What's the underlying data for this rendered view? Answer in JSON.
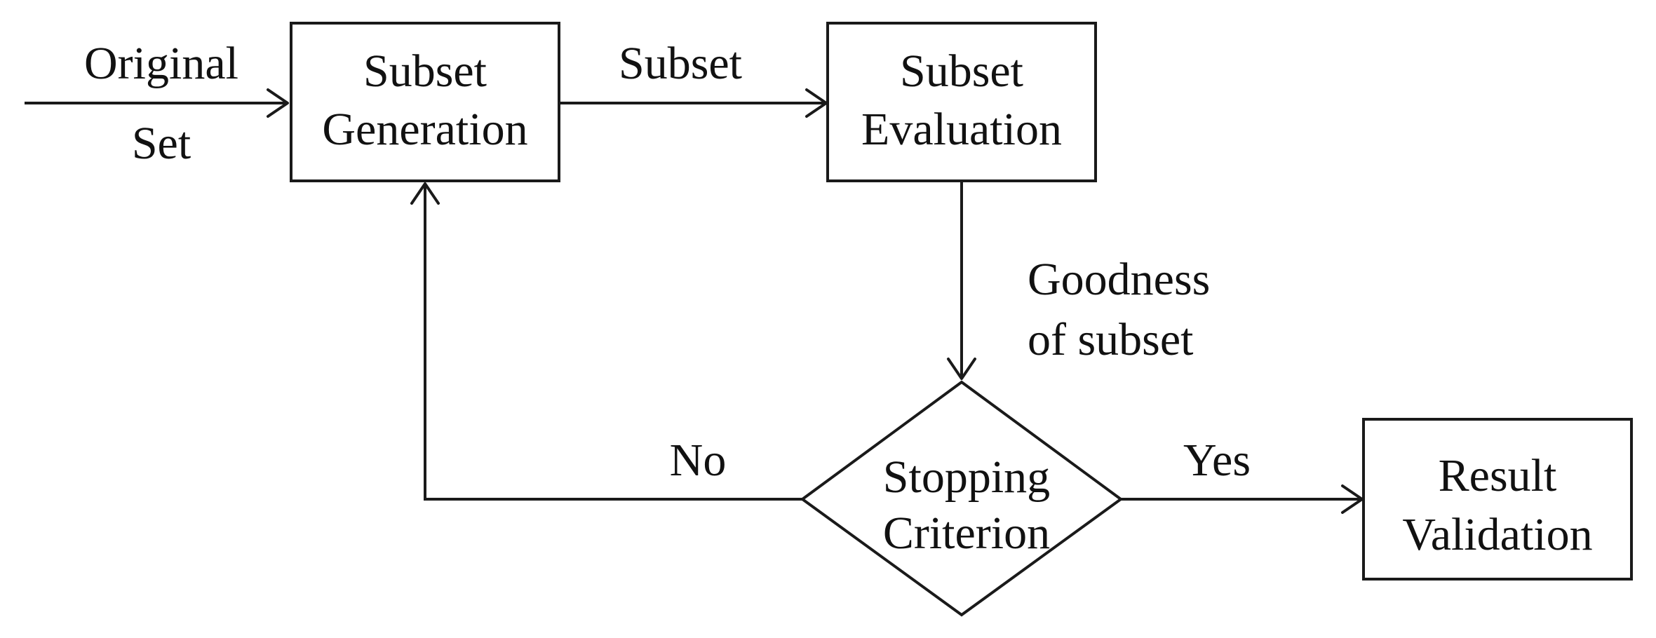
{
  "colors": {
    "stroke": "#1a1a1a",
    "text": "#111111",
    "background": "#ffffff"
  },
  "nodes": {
    "subset_generation": [
      "Subset",
      "Generation"
    ],
    "subset_evaluation": [
      "Subset",
      "Evaluation"
    ],
    "stopping_criterion": [
      "Stopping",
      "Criterion"
    ],
    "result_validation": [
      "Result",
      "Validation"
    ]
  },
  "edge_labels": {
    "original_set": [
      "Original",
      "Set"
    ],
    "subset": "Subset",
    "goodness": [
      "Goodness",
      "of subset"
    ],
    "no": "No",
    "yes": "Yes"
  }
}
